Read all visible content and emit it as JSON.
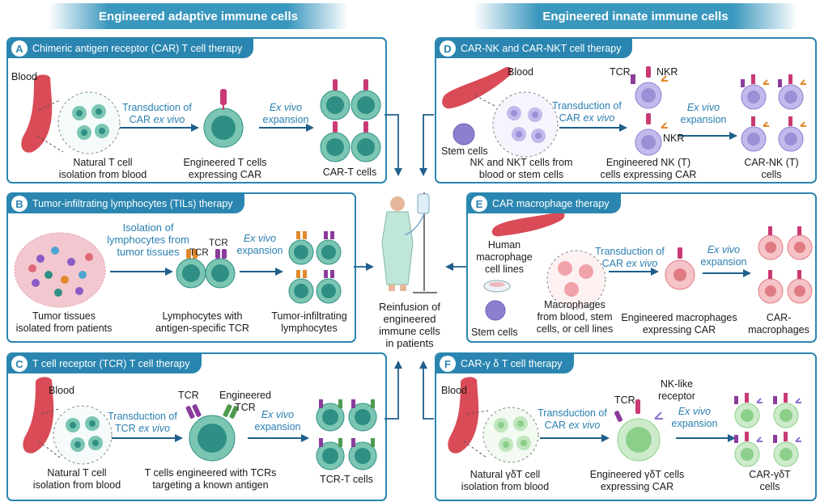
{
  "headers": {
    "adaptive": "Engineered adaptive immune cells",
    "innate": "Engineered innate immune cells"
  },
  "panels": {
    "a": {
      "letter": "A",
      "title": "Chimeric antigen receptor (CAR) T cell therapy",
      "blood": "Blood",
      "transduction_1": "Transduction of",
      "transduction_2_pre": "CAR ",
      "transduction_2_it": "ex vivo",
      "expansion_1": "Ex vivo",
      "expansion_2": "expansion",
      "source_1": "Natural T cell",
      "source_2": "isolation from blood",
      "engineered_1": "Engineered T cells",
      "engineered_2": "expressing CAR",
      "product": "CAR-T cells"
    },
    "b": {
      "letter": "B",
      "title": "Tumor-infiltrating lymphocytes (TILs) therapy",
      "isolation_1": "Isolation of",
      "isolation_2": "lymphocytes from",
      "isolation_3": "tumor tissues",
      "tcr_label_1": "TCR",
      "tcr_label_2": "TCR",
      "expansion_1": "Ex vivo",
      "expansion_2": "expansion",
      "source_1": "Tumor tissues",
      "source_2": "isolated from patients",
      "engineered_1": "Lymphocytes with",
      "engineered_2": "antigen-specific TCR",
      "product_1": "Tumor-infiltrating",
      "product_2": "lymphocytes"
    },
    "c": {
      "letter": "C",
      "title": "T cell receptor (TCR) T cell therapy",
      "blood": "Blood",
      "tcr_label": "TCR",
      "engineered_tcr_1": "Engineered",
      "engineered_tcr_2": "TCR",
      "transduction_1": "Transduction of",
      "transduction_2_pre": "TCR ",
      "transduction_2_it": "ex vivo",
      "expansion_1": "Ex vivo",
      "expansion_2": "expansion",
      "source_1": "Natural T cell",
      "source_2": "isolation from blood",
      "engineered_1": "T cells engineered with TCRs",
      "engineered_2": "targeting a known antigen",
      "product": "TCR-T cells"
    },
    "d": {
      "letter": "D",
      "title": "CAR-NK and CAR-NKT cell therapy",
      "blood": "Blood",
      "tcr_label": "TCR",
      "nkr_label_1": "NKR",
      "nkr_label_2": "NKR",
      "stem_cells": "Stem cells",
      "transduction_1": "Transduction of",
      "transduction_2_pre": "CAR ",
      "transduction_2_it": "ex vivo",
      "expansion_1": "Ex vivo",
      "expansion_2": "expansion",
      "source_1": "NK and NKT cells from",
      "source_2": "blood or stem cells",
      "engineered_1": "Engineered NK (T)",
      "engineered_2": "cells expressing CAR",
      "product_1": "CAR-NK (T)",
      "product_2": "cells"
    },
    "e": {
      "letter": "E",
      "title": "CAR macrophage therapy",
      "lines_1": "Human",
      "lines_2": "macrophage",
      "lines_3": "cell lines",
      "stem_cells": "Stem cells",
      "transduction_1": "Transduction of",
      "transduction_2_pre": "CAR ",
      "transduction_2_it": "ex vivo",
      "expansion_1": "Ex vivo",
      "expansion_2": "expansion",
      "source_1": "Macrophages",
      "source_2": "from blood, stem",
      "source_3": "cells, or cell lines",
      "engineered_1": "Engineered macrophages",
      "engineered_2": "expressing CAR",
      "product_1": "CAR-",
      "product_2": "macrophages"
    },
    "f": {
      "letter": "F",
      "title": "CAR-γ δ T cell therapy",
      "blood": "Blood",
      "tcr_label": "TCR",
      "nklike_1": "NK-like",
      "nklike_2": "receptor",
      "transduction_1": "Transduction of",
      "transduction_2_pre": "CAR ",
      "transduction_2_it": "ex vivo",
      "expansion_1": "Ex vivo",
      "expansion_2": "expansion",
      "source_1": "Natural γδT cell",
      "source_2": "isolation from blood",
      "engineered_1": "Engineered γδT cells",
      "engineered_2": "expressing CAR",
      "product_1": "CAR-γδT",
      "product_2": "cells"
    }
  },
  "center": {
    "line_1": "Reinfusion of",
    "line_2": "engineered",
    "line_3": "immune cells",
    "line_4": "in patients"
  },
  "colors": {
    "panel_blue": "#2a86b0",
    "arrow_blue": "#1f5f8b",
    "text_blue": "#2a7fb0",
    "t_cell": "#2f8f84",
    "nk_cell": "#9d8fd6",
    "macrophage": "#f0a3a8",
    "gd_t_cell": "#8ccf8a",
    "car_receptor": "#c93a74",
    "tcr_purple": "#8b3c9b",
    "tcr_orange": "#e0892b",
    "tcr_green": "#4e9a4e"
  }
}
